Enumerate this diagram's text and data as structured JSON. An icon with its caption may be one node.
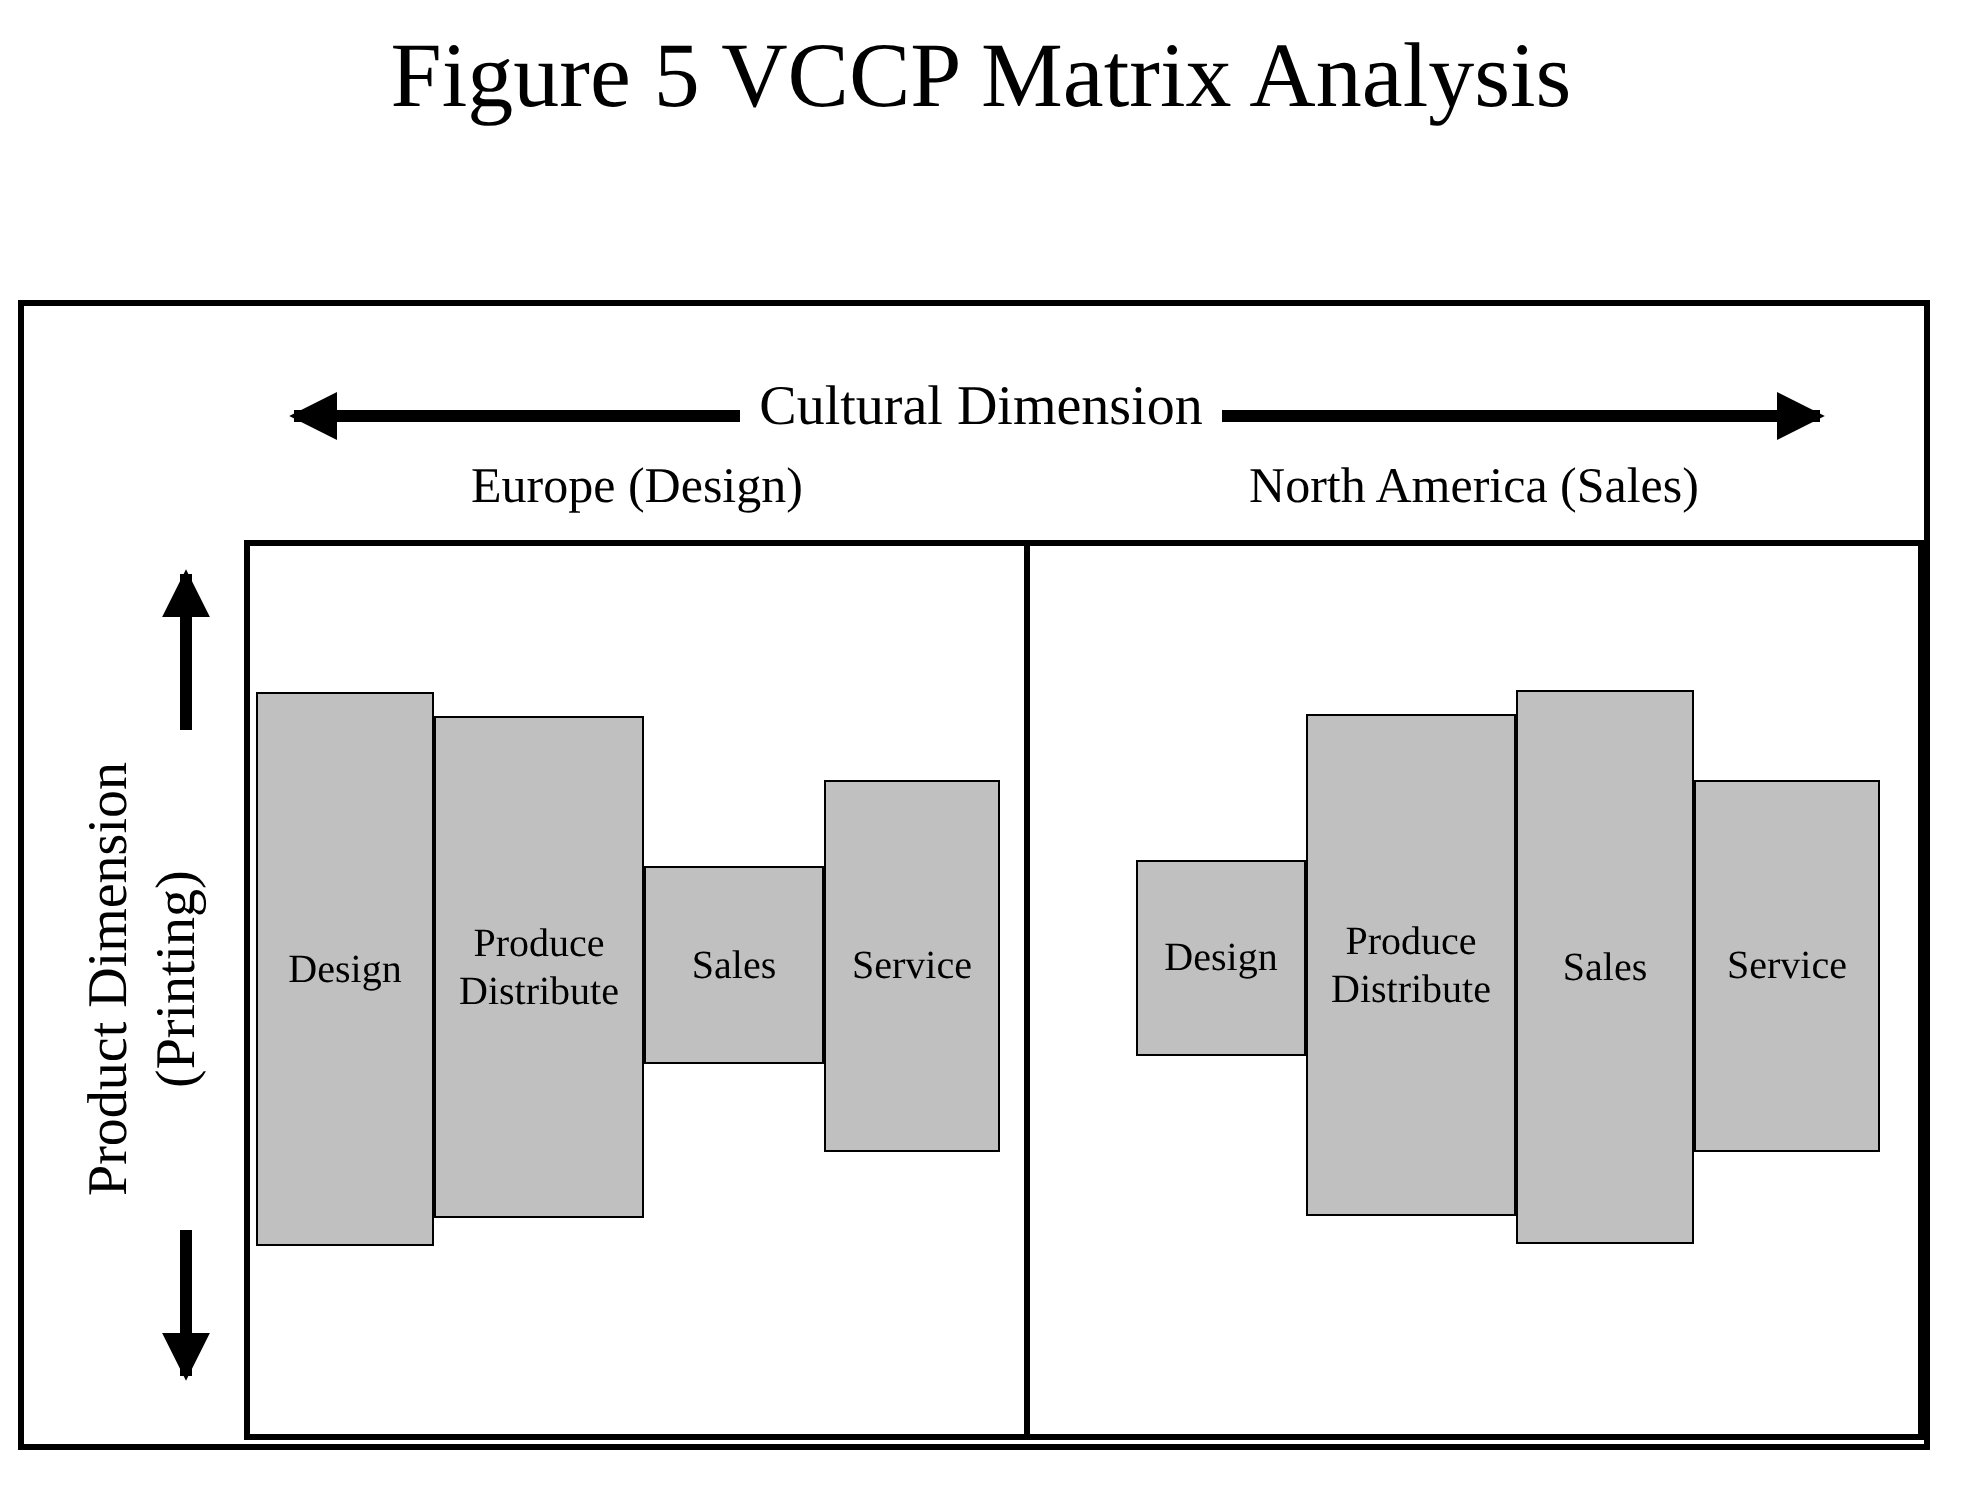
{
  "diagram": {
    "title": "Figure 5 VCCP Matrix Analysis",
    "nodes": [
      {
        "text": [
          "Europe (Design)"
        ]
      },
      {
        "text": [
          "Design"
        ],
        "in": 0
      },
      {
        "text": [
          "Produce Distribute"
        ],
        "in": 0
      },
      {
        "text": [
          "Sales"
        ],
        "in": 0
      },
      {
        "text": [
          "Service"
        ],
        "in": 0
      },
      {
        "text": [
          "North America (Sales)"
        ]
      },
      {
        "text": [
          "Design"
        ],
        "in": 5
      },
      {
        "text": [
          "Produce Distribute"
        ],
        "in": 5
      },
      {
        "text": [
          "Sales"
        ],
        "in": 5
      },
      {
        "text": [
          "Service"
        ],
        "in": 5
      }
    ],
    "edges": [],
    "labels": [
      "Cultural Dimension",
      "Product Dimension (Printing)"
    ]
  }
}
